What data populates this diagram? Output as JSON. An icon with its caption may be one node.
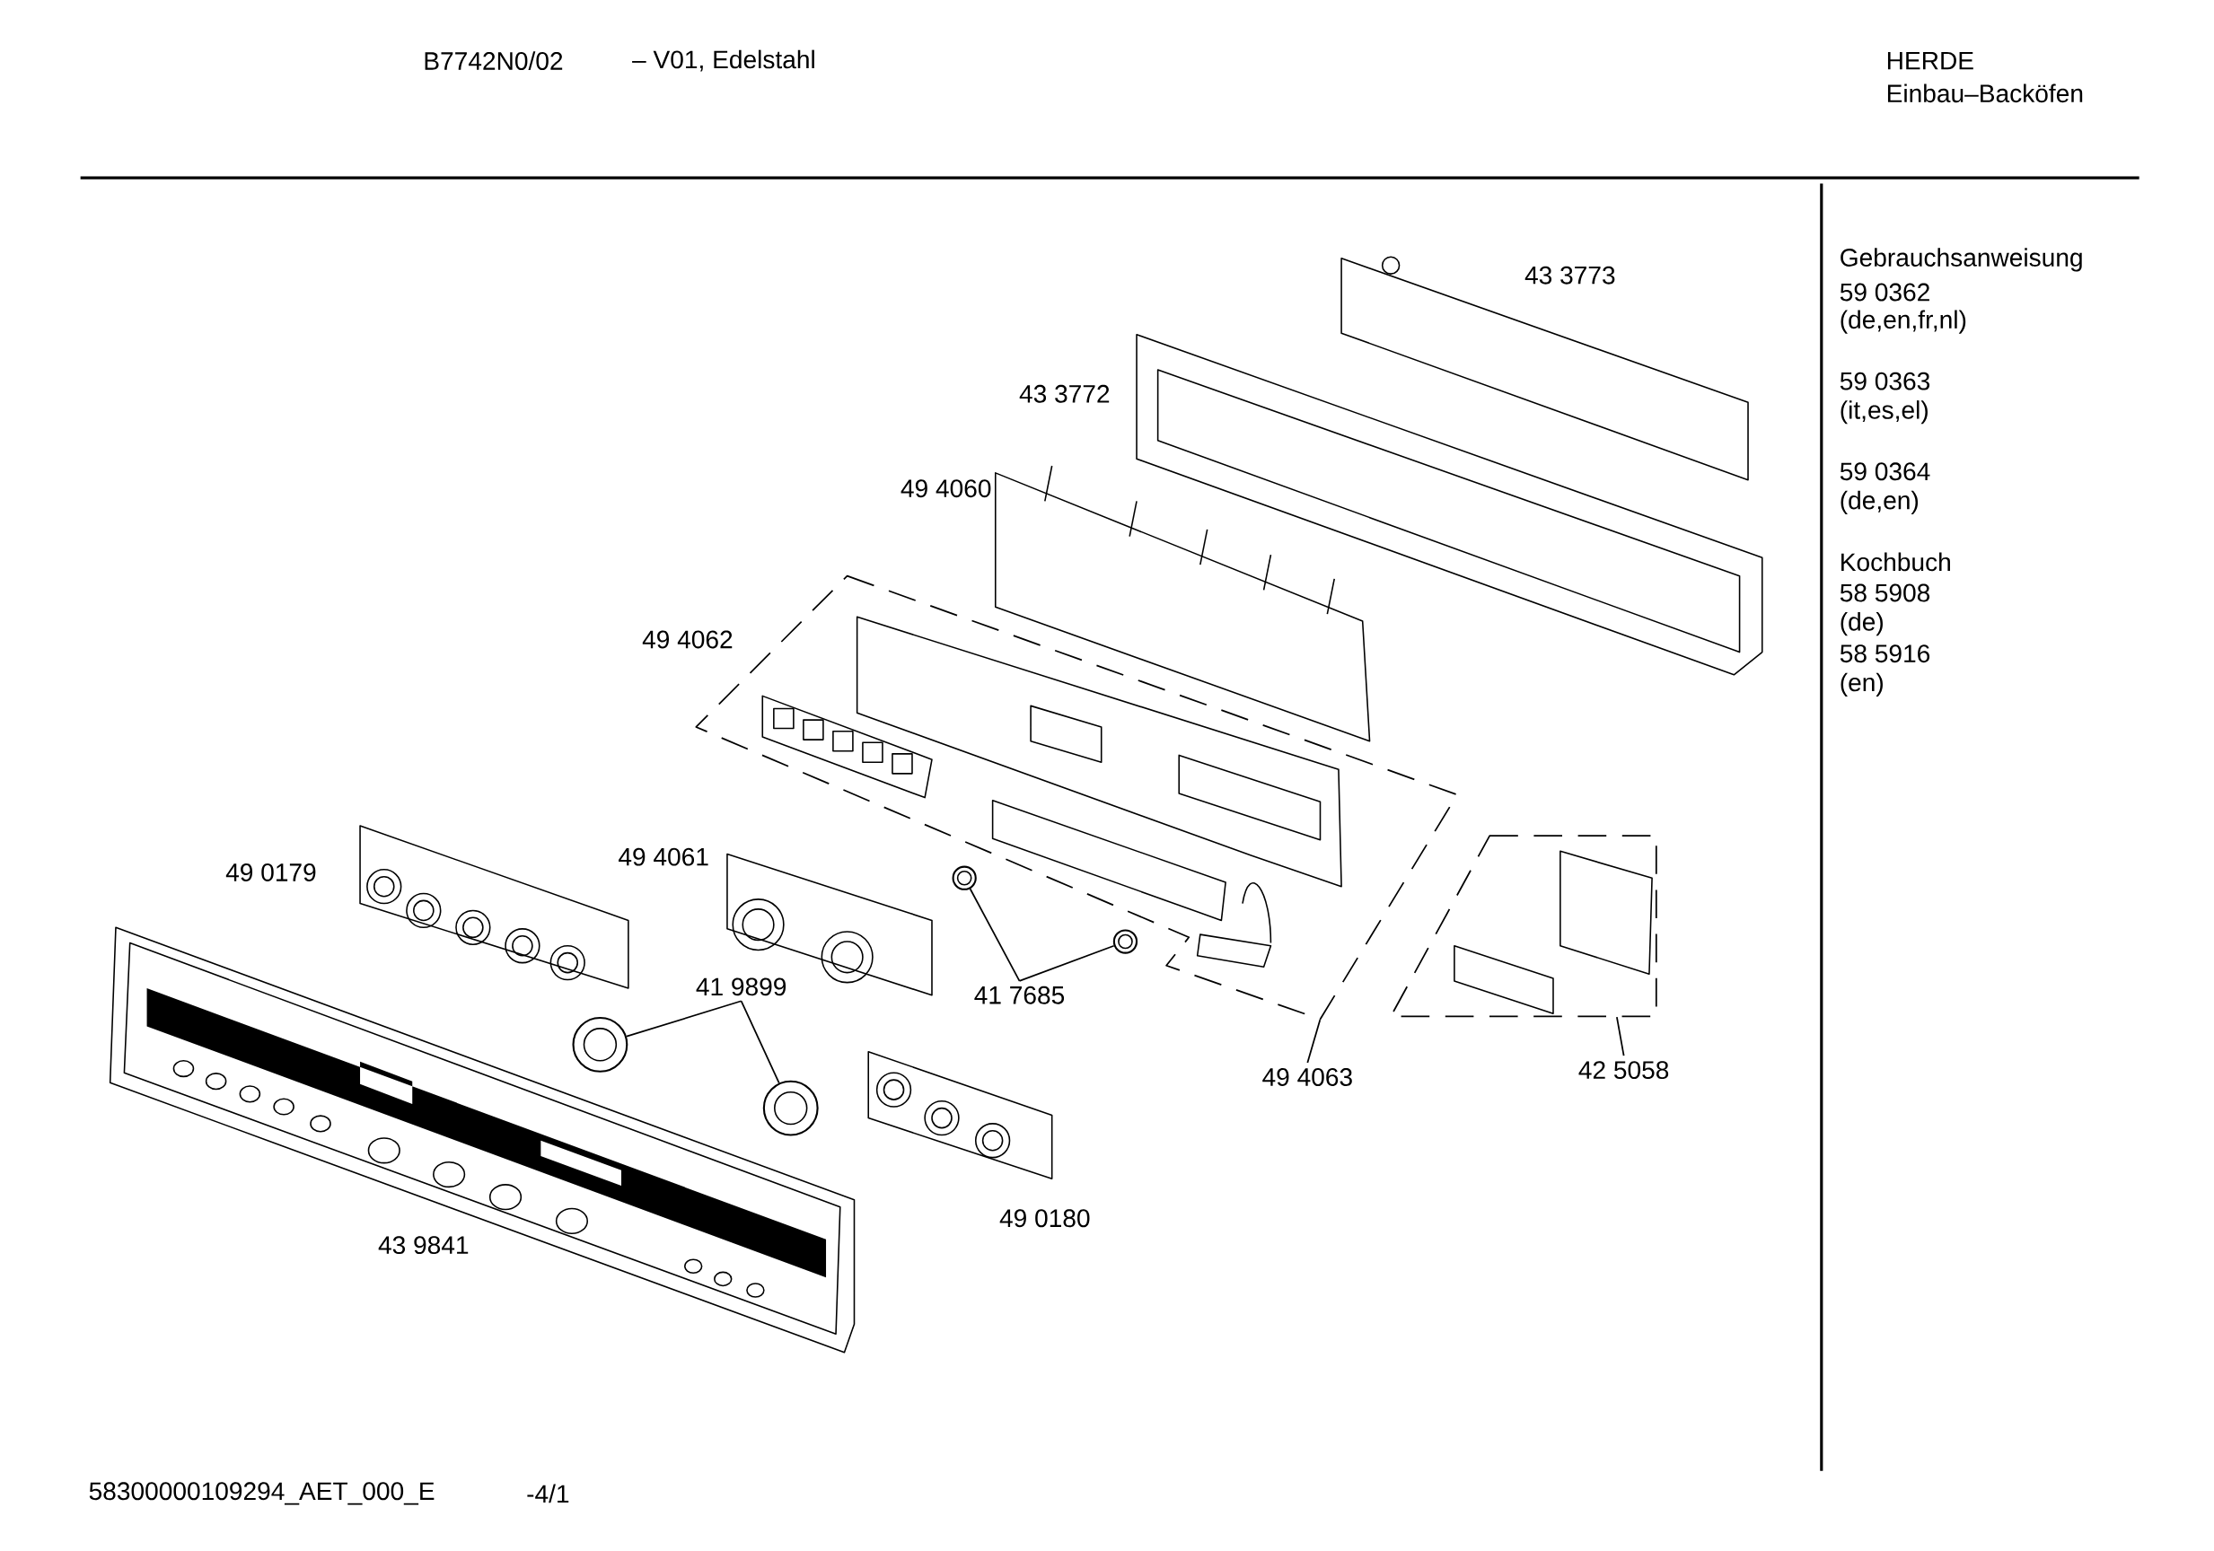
{
  "diagram": {
    "nodes": [
      {
        "text": [
          "41 9899"
        ]
      },
      {
        "text": [],
        "shape": "picture"
      },
      {
        "text": [],
        "shape": "picture"
      },
      {
        "text": [
          "41 7685"
        ]
      },
      {
        "text": [],
        "shape": "picture"
      },
      {
        "text": [],
        "shape": "picture"
      },
      {
        "text": [
          "49 4063"
        ]
      },
      {
        "text": [],
        "shape": "box"
      },
      {
        "text": [
          "42 5058"
        ]
      },
      {
        "text": [],
        "shape": "box"
      }
    ],
    "edges": [
      {
        "from": 0,
        "to": 1,
        "arrow": "none"
      },
      {
        "from": 0,
        "to": 2,
        "arrow": "none"
      },
      {
        "from": 3,
        "to": 4,
        "arrow": "none"
      },
      {
        "from": 3,
        "to": 5,
        "arrow": "none"
      },
      {
        "from": 6,
        "to": 7,
        "arrow": "none"
      },
      {
        "from": 8,
        "to": 9,
        "arrow": "none"
      }
    ],
    "labels": [
      "B7742N0/02",
      "– V01, Edelstahl",
      "HERDE",
      "Einbau–Backöfen",
      "43 3773",
      "Gebrauchsanweisung",
      "59 0362",
      "(de,en,fr,nl)",
      "43 3772",
      "59 0363",
      "(it,es,el)",
      "49 4060",
      "59 0364",
      "(de,en)",
      "Kochbuch",
      "58 5908",
      "(de)",
      "58 5916",
      "(en)",
      "49 4062",
      "49 0179",
      "49 4061",
      "49 0180",
      "43 9841",
      "58300000109294_AET_000_E",
      "-4/1"
    ]
  }
}
